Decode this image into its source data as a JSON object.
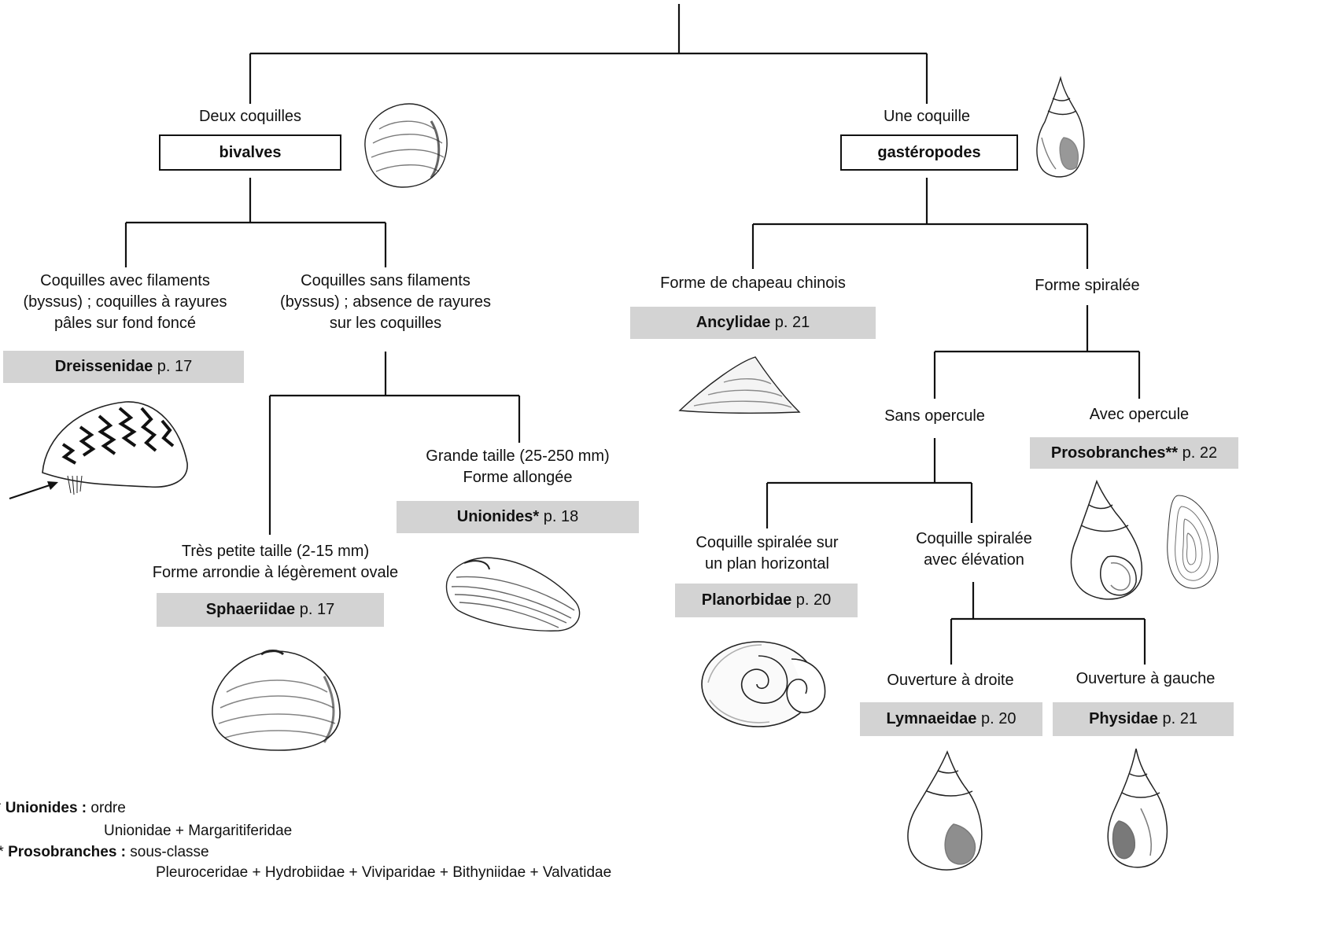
{
  "branches": {
    "bivalves": {
      "question": "Deux coquilles",
      "label": "bivalves"
    },
    "gasteropodes": {
      "question": "Une coquille",
      "label": "gastéropodes"
    }
  },
  "bivalves": {
    "avec_filaments": {
      "lines": [
        "Coquilles avec filaments",
        "(byssus) ; coquilles à rayures",
        "pâles sur fond foncé"
      ]
    },
    "sans_filaments": {
      "lines": [
        "Coquilles sans filaments",
        "(byssus) ; absence de rayures",
        "sur les coquilles"
      ]
    },
    "tres_petite": {
      "lines": [
        "Très petite taille (2-15 mm)",
        "Forme arrondie à légèrement ovale"
      ]
    },
    "grande": {
      "lines": [
        "Grande taille (25-250 mm)",
        "Forme allongée"
      ]
    }
  },
  "gasteropodes": {
    "chapeau": {
      "lines": [
        "Forme de chapeau chinois"
      ]
    },
    "spiralee": {
      "lines": [
        "Forme spiralée"
      ]
    },
    "sans_opercule": {
      "lines": [
        "Sans opercule"
      ]
    },
    "avec_opercule": {
      "lines": [
        "Avec opercule"
      ]
    },
    "plan_horizontal": {
      "lines": [
        "Coquille spiralée sur",
        "un plan horizontal"
      ]
    },
    "elevation": {
      "lines": [
        "Coquille spiralée",
        "avec élévation"
      ]
    },
    "droite": {
      "lines": [
        "Ouverture à droite"
      ]
    },
    "gauche": {
      "lines": [
        "Ouverture à gauche"
      ]
    }
  },
  "families": {
    "dreissenidae": {
      "name": "Dreissenidae",
      "page": "p. 17"
    },
    "unionides": {
      "name": "Unionides*",
      "page": "p. 18"
    },
    "sphaeriidae": {
      "name": "Sphaeriidae",
      "page": "p. 17"
    },
    "ancylidae": {
      "name": "Ancylidae",
      "page": "p. 21"
    },
    "prosobranches": {
      "name": "Prosobranches**",
      "page": "p. 22"
    },
    "planorbidae": {
      "name": "Planorbidae",
      "page": "p. 20"
    },
    "lymnaeidae": {
      "name": "Lymnaeidae",
      "page": "p. 20"
    },
    "physidae": {
      "name": "Physidae",
      "page": "p. 21"
    }
  },
  "footnotes": {
    "unionides": {
      "marker": "*",
      "term": "Unionides :",
      "rank": "ordre",
      "members": "Unionidae + Margaritiferidae"
    },
    "prosobranches": {
      "marker": "**",
      "term": "Prosobranches :",
      "rank": "sous-classe",
      "members": "Pleuroceridae + Hydrobiidae + Viviparidae + Bithyniidae + Valvatidae"
    }
  },
  "colors": {
    "line": "#111111",
    "family_box": "#d3d3d3"
  },
  "icons": [
    "clam-shell-icon",
    "snail-shell-icon",
    "zebra-mussel-icon",
    "byssus-arrow-icon",
    "unionid-shell-icon",
    "sphaeriid-shell-icon",
    "limpet-shell-icon",
    "planorbid-shell-icon",
    "prosobranch-shell-icon",
    "operculum-icon",
    "lymnaeid-shell-icon",
    "physid-shell-icon"
  ]
}
